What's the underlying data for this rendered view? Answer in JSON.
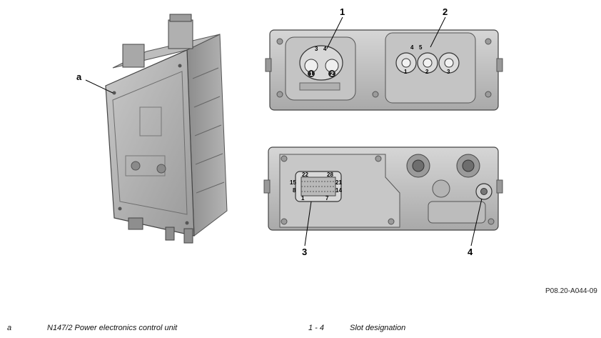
{
  "callouts": {
    "a": "a",
    "slot1": "1",
    "slot2": "2",
    "slot3": "3",
    "slot4": "4"
  },
  "top_connector_small": {
    "pins": [
      "3",
      "4",
      "1",
      "2"
    ]
  },
  "top_connector_large": {
    "pins": [
      "4",
      "5",
      "1",
      "2",
      "3"
    ]
  },
  "bottom_connector": {
    "pins": [
      "22",
      "28",
      "15",
      "21",
      "8",
      "14",
      "1",
      "7"
    ]
  },
  "reference_code": "P08.20-A044-09",
  "legend": [
    {
      "key": "a",
      "text": "N147/2 Power electronics control unit"
    },
    {
      "key": "1 - 4",
      "text": "Slot designation"
    }
  ]
}
